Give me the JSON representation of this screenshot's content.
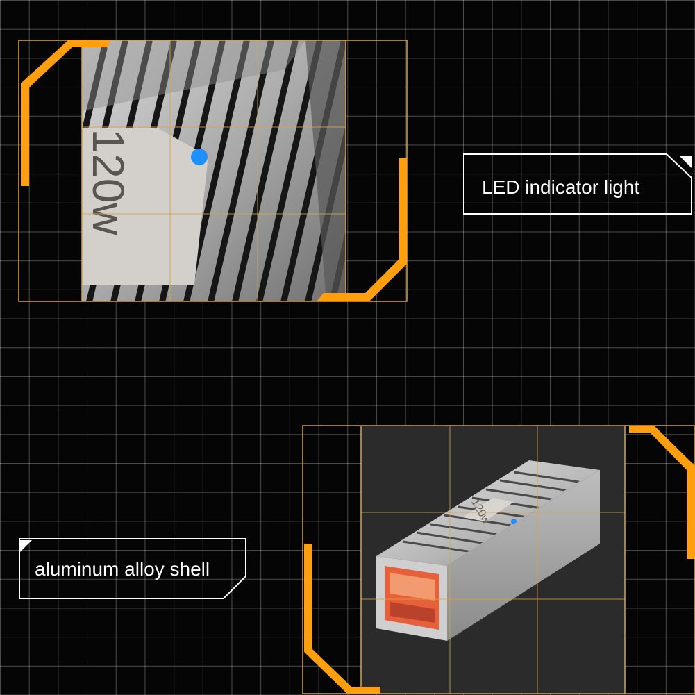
{
  "callouts": {
    "led": "LED indicator light",
    "shell": "aluminum alloy shell"
  },
  "product": {
    "power_marking": "120w"
  },
  "colors": {
    "accent_orange": "#ff9e0f",
    "grid_line": "#d9a441",
    "led_blue": "#1e90ff",
    "port_orange": "#e8603a",
    "background": "#050505"
  }
}
